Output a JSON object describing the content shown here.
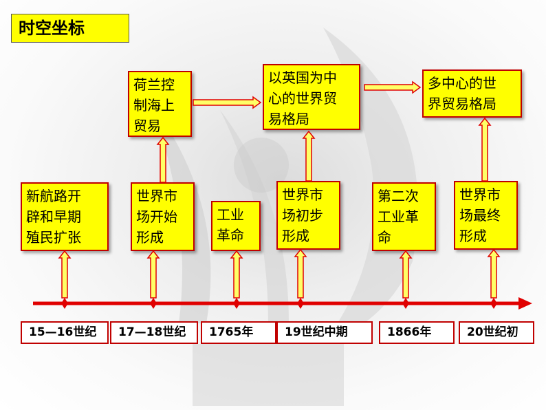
{
  "title": "时空坐标",
  "events": [
    {
      "text": "新航路开\n辟和早期\n殖民扩张",
      "date": "15—16世纪"
    },
    {
      "text": "世界市\n场开始\n形成",
      "date": "17—18世纪"
    },
    {
      "text": "工业\n革命",
      "date": "1765年"
    },
    {
      "text": "世界市\n场初步\n形成",
      "date": "19世纪中期"
    },
    {
      "text": "第二次\n工业革\n命",
      "date": "1866年"
    },
    {
      "text": "世界市\n场最终\n形成",
      "date": "20世纪初"
    }
  ],
  "patterns": [
    {
      "text": "荷兰控\n制海上\n贸易"
    },
    {
      "text": "以英国为中\n心的世界贸\n易格局"
    },
    {
      "text": "多中心的世\n界贸易格局"
    }
  ],
  "colors": {
    "accent": "#c00000",
    "box_fill": "#ffff00",
    "arrow": "#e00000"
  }
}
